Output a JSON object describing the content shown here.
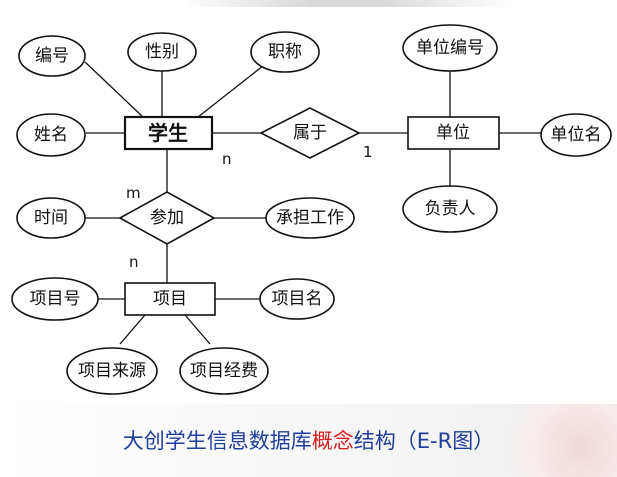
{
  "diagram": {
    "entities": [
      {
        "id": "student",
        "label": "学生"
      },
      {
        "id": "unit",
        "label": "单位"
      },
      {
        "id": "project",
        "label": "项目"
      }
    ],
    "relationships": [
      {
        "id": "belongs",
        "label": "属于"
      },
      {
        "id": "participate",
        "label": "参加"
      }
    ],
    "attributes": [
      {
        "id": "number",
        "label": "编号"
      },
      {
        "id": "gender",
        "label": "性别"
      },
      {
        "id": "title",
        "label": "职称"
      },
      {
        "id": "name",
        "label": "姓名"
      },
      {
        "id": "unit-number",
        "label": "单位编号"
      },
      {
        "id": "unit-name",
        "label": "单位名"
      },
      {
        "id": "leader",
        "label": "负责人"
      },
      {
        "id": "time",
        "label": "时间"
      },
      {
        "id": "work",
        "label": "承担工作"
      },
      {
        "id": "project-number",
        "label": "项目号"
      },
      {
        "id": "project-name",
        "label": "项目名"
      },
      {
        "id": "project-source",
        "label": "项目来源"
      },
      {
        "id": "project-funding",
        "label": "项目经费"
      }
    ],
    "cardinalities": {
      "student_belongs": "n",
      "belongs_unit": "1",
      "student_participate": "m",
      "participate_project": "n"
    }
  },
  "caption": {
    "before": "大创学生信息数据库",
    "highlight": "概念",
    "after": "结构（E-R图）"
  }
}
